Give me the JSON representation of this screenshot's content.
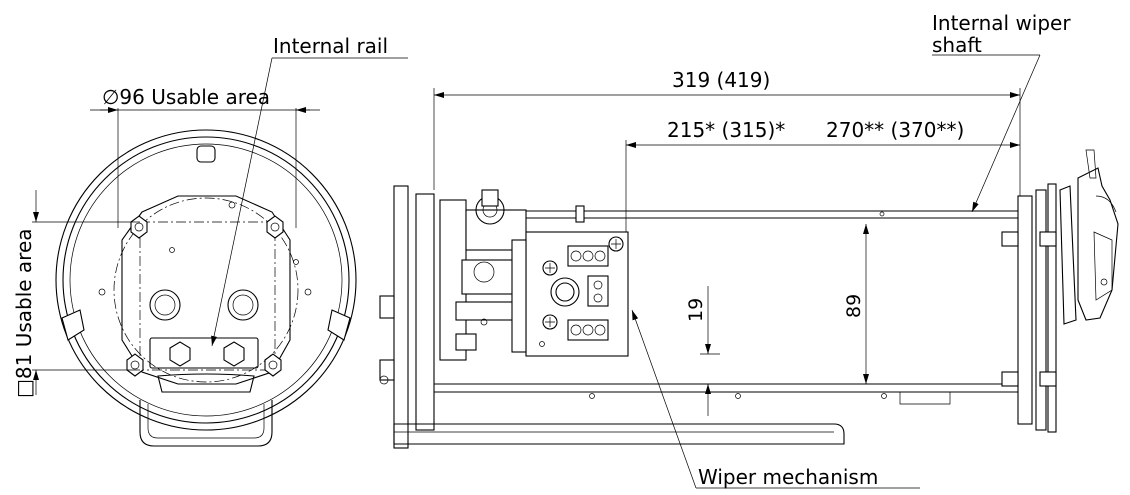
{
  "labels": {
    "internal_rail": "Internal rail",
    "usable_diameter": "∅96 Usable area",
    "usable_square": "□81 Usable area",
    "overall_length": "319 (419)",
    "length_a": "215* (315)*",
    "length_b": "270** (370**)",
    "internal_wiper_shaft_line1": "Internal wiper",
    "internal_wiper_shaft_line2": "shaft",
    "wiper_mechanism": "Wiper mechanism",
    "dim_19": "19",
    "dim_89": "89"
  }
}
